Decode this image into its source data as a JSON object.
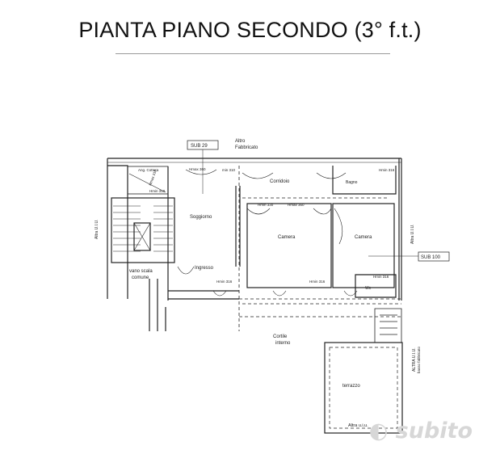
{
  "title": "PIANTA PIANO SECONDO (3° f.t.)",
  "labels": {
    "sub29": "SUB 29",
    "altro_fabbricato_1": "Altro",
    "altro_fabbricato_2": "Fabbricato",
    "ang_cottura": "Ang. Cottura",
    "hmax_360_a": "Hmax 360",
    "hmin_310_a": "min 310",
    "hmax_316_a": "Hmax 316",
    "hmin_310_b": "Hmin 310",
    "hmin_316_top": "Hmin 316",
    "corridoio": "Corridoio",
    "bagno": "Bagno",
    "hmin_330": "Hmin 330",
    "hmax_360_b": "Hmax 360",
    "soggiorno": "Soggiorno",
    "altra_uiu_left": "Altra U.I.U.",
    "camera_1": "Camera",
    "camera_2": "Camera",
    "altra_uiu_right": "Altra U.I.U.",
    "sub100": "SUB 100",
    "ingresso": "Ingresso",
    "vano_scala_1": "vano scala",
    "vano_scala_2": "comune",
    "hmin_316_a": "Hmin 316",
    "hmin_316_b": "Hmin 316",
    "hmin_316_c": "Hmin 316",
    "wc": "Wc",
    "cortile_1": "Cortile",
    "cortile_2": "interno",
    "altra_uiu_basso_1": "ALTRA U.I.U.",
    "altra_uiu_basso_2": "basso fabbricato",
    "terrazzo": "terrazzo",
    "altra_uiu_bottom": "Altra u.i.u."
  },
  "watermark": "subito"
}
